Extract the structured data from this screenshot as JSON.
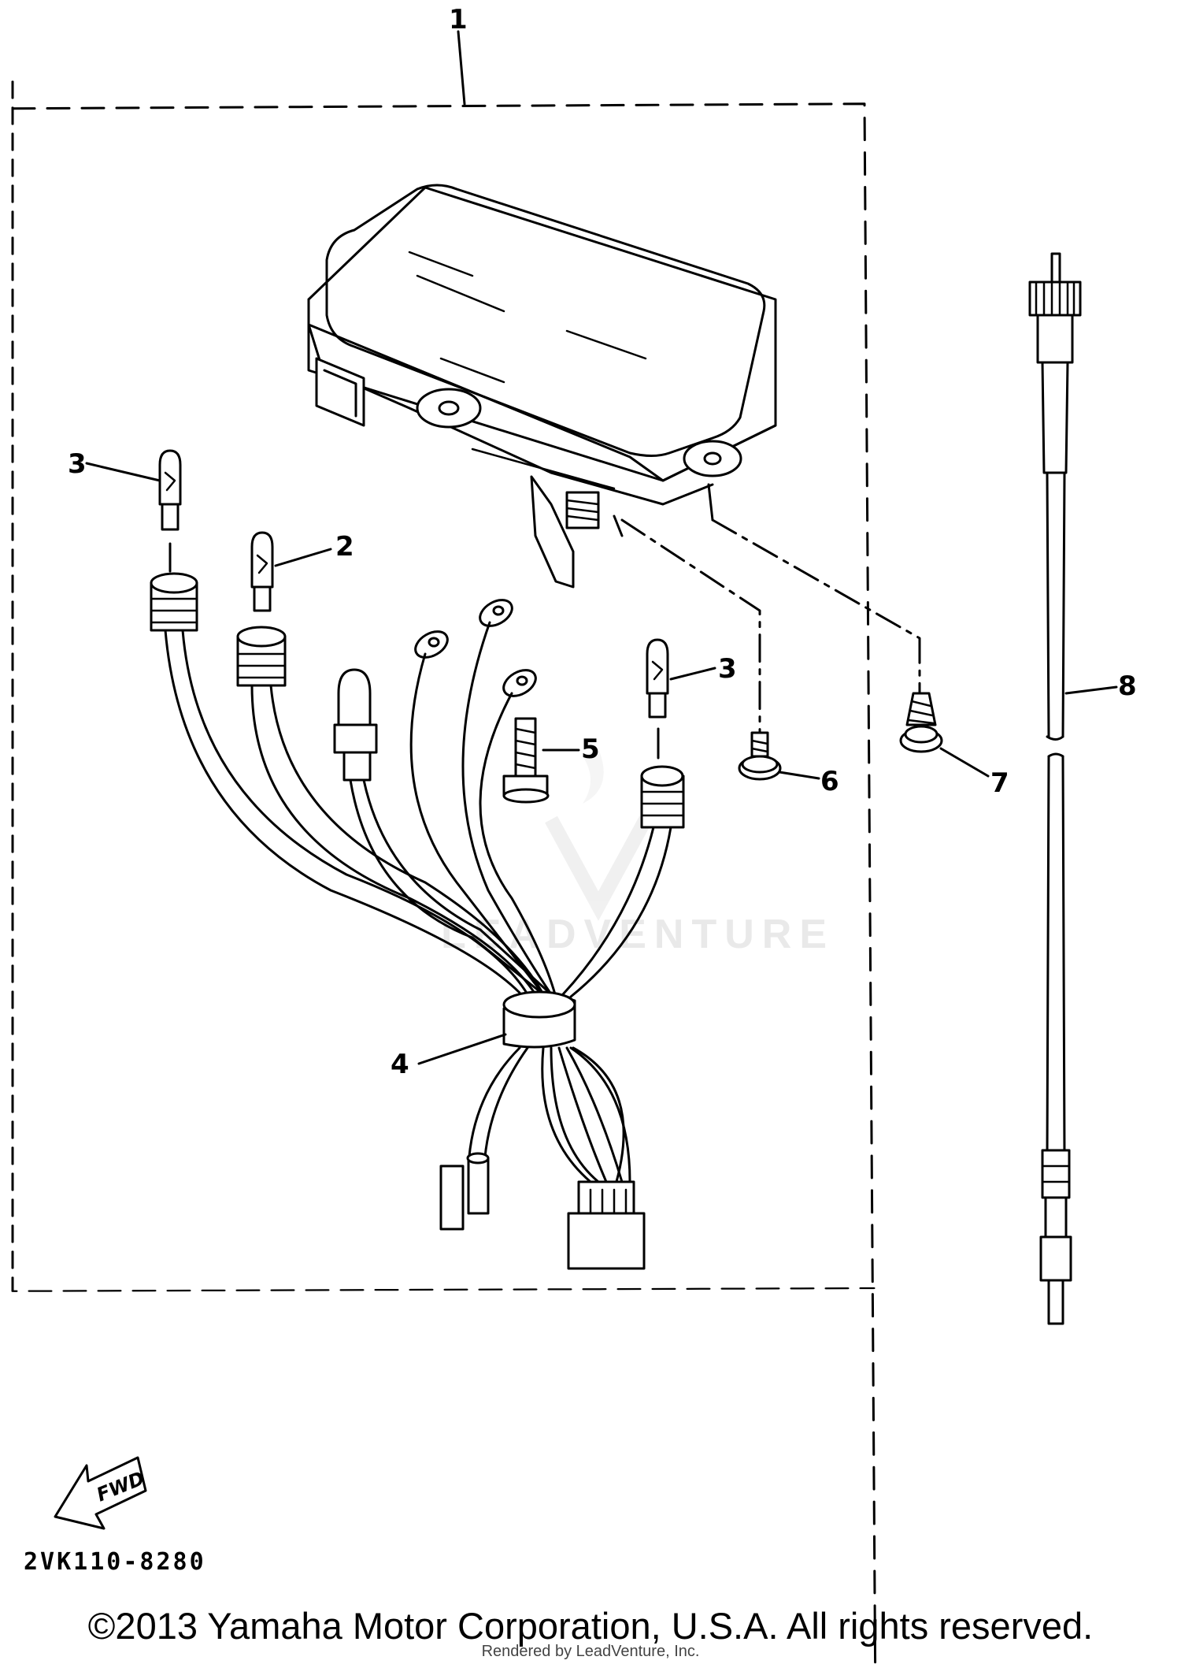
{
  "callouts": {
    "c1": "1",
    "c2": "2",
    "c3a": "3",
    "c3b": "3",
    "c4": "4",
    "c5": "5",
    "c6": "6",
    "c7": "7",
    "c8": "8"
  },
  "fwd_label": "FWD",
  "diagram_code": "2VK110-8280",
  "watermark": "LEADVENTURE",
  "copyright": "©2013 Yamaha Motor Corporation, U.S.A. All rights reserved.",
  "rendered_by": "Rendered by LeadVenture, Inc."
}
